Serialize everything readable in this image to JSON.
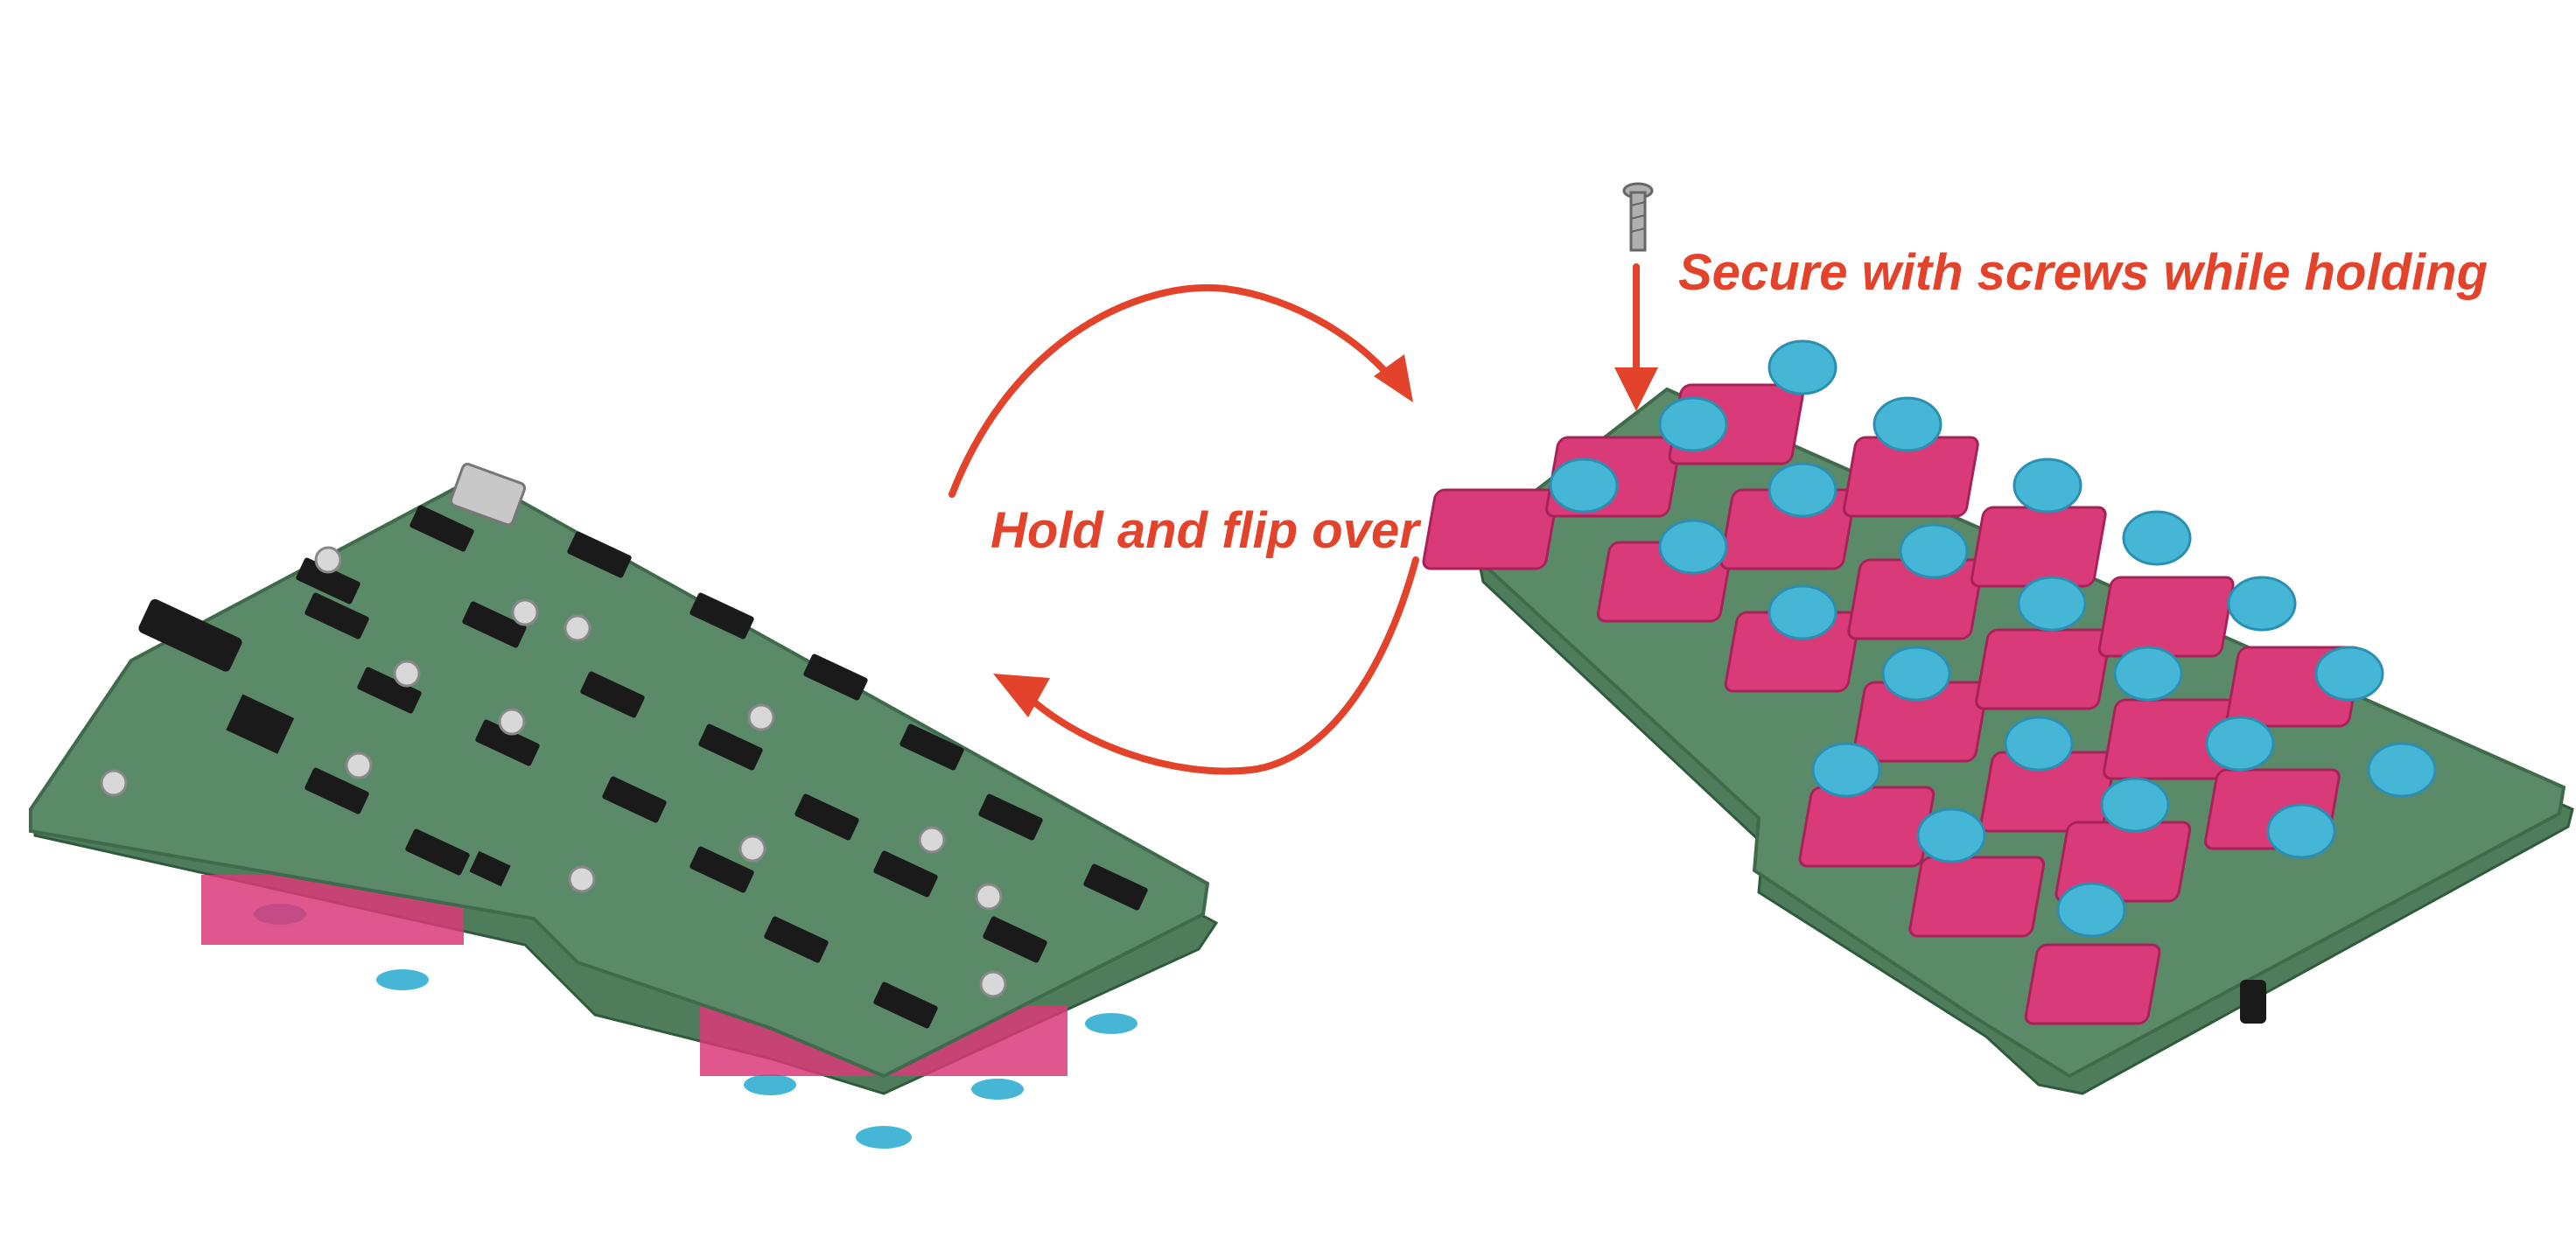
{
  "labels": {
    "flip": "Hold and flip over",
    "screws": "Secure with screws while holding"
  },
  "colors": {
    "annotation": "#e4432b",
    "pcb": "#5b8a68",
    "pcb_edge": "#3f6b4c",
    "plate_edge": "#2f5a3c",
    "switch_housing": "#d93a78",
    "switch_housing_dark": "#a72258",
    "switch_stem": "#45b6d6",
    "switch_stem_dark": "#2b8fb2",
    "component_black": "#1a1a1a",
    "screw": "#b0b0b0"
  },
  "icons": {
    "flip_arrows": "curved-arrow-pair",
    "screw_arrow": "down-arrow",
    "screw": "screw-icon"
  }
}
